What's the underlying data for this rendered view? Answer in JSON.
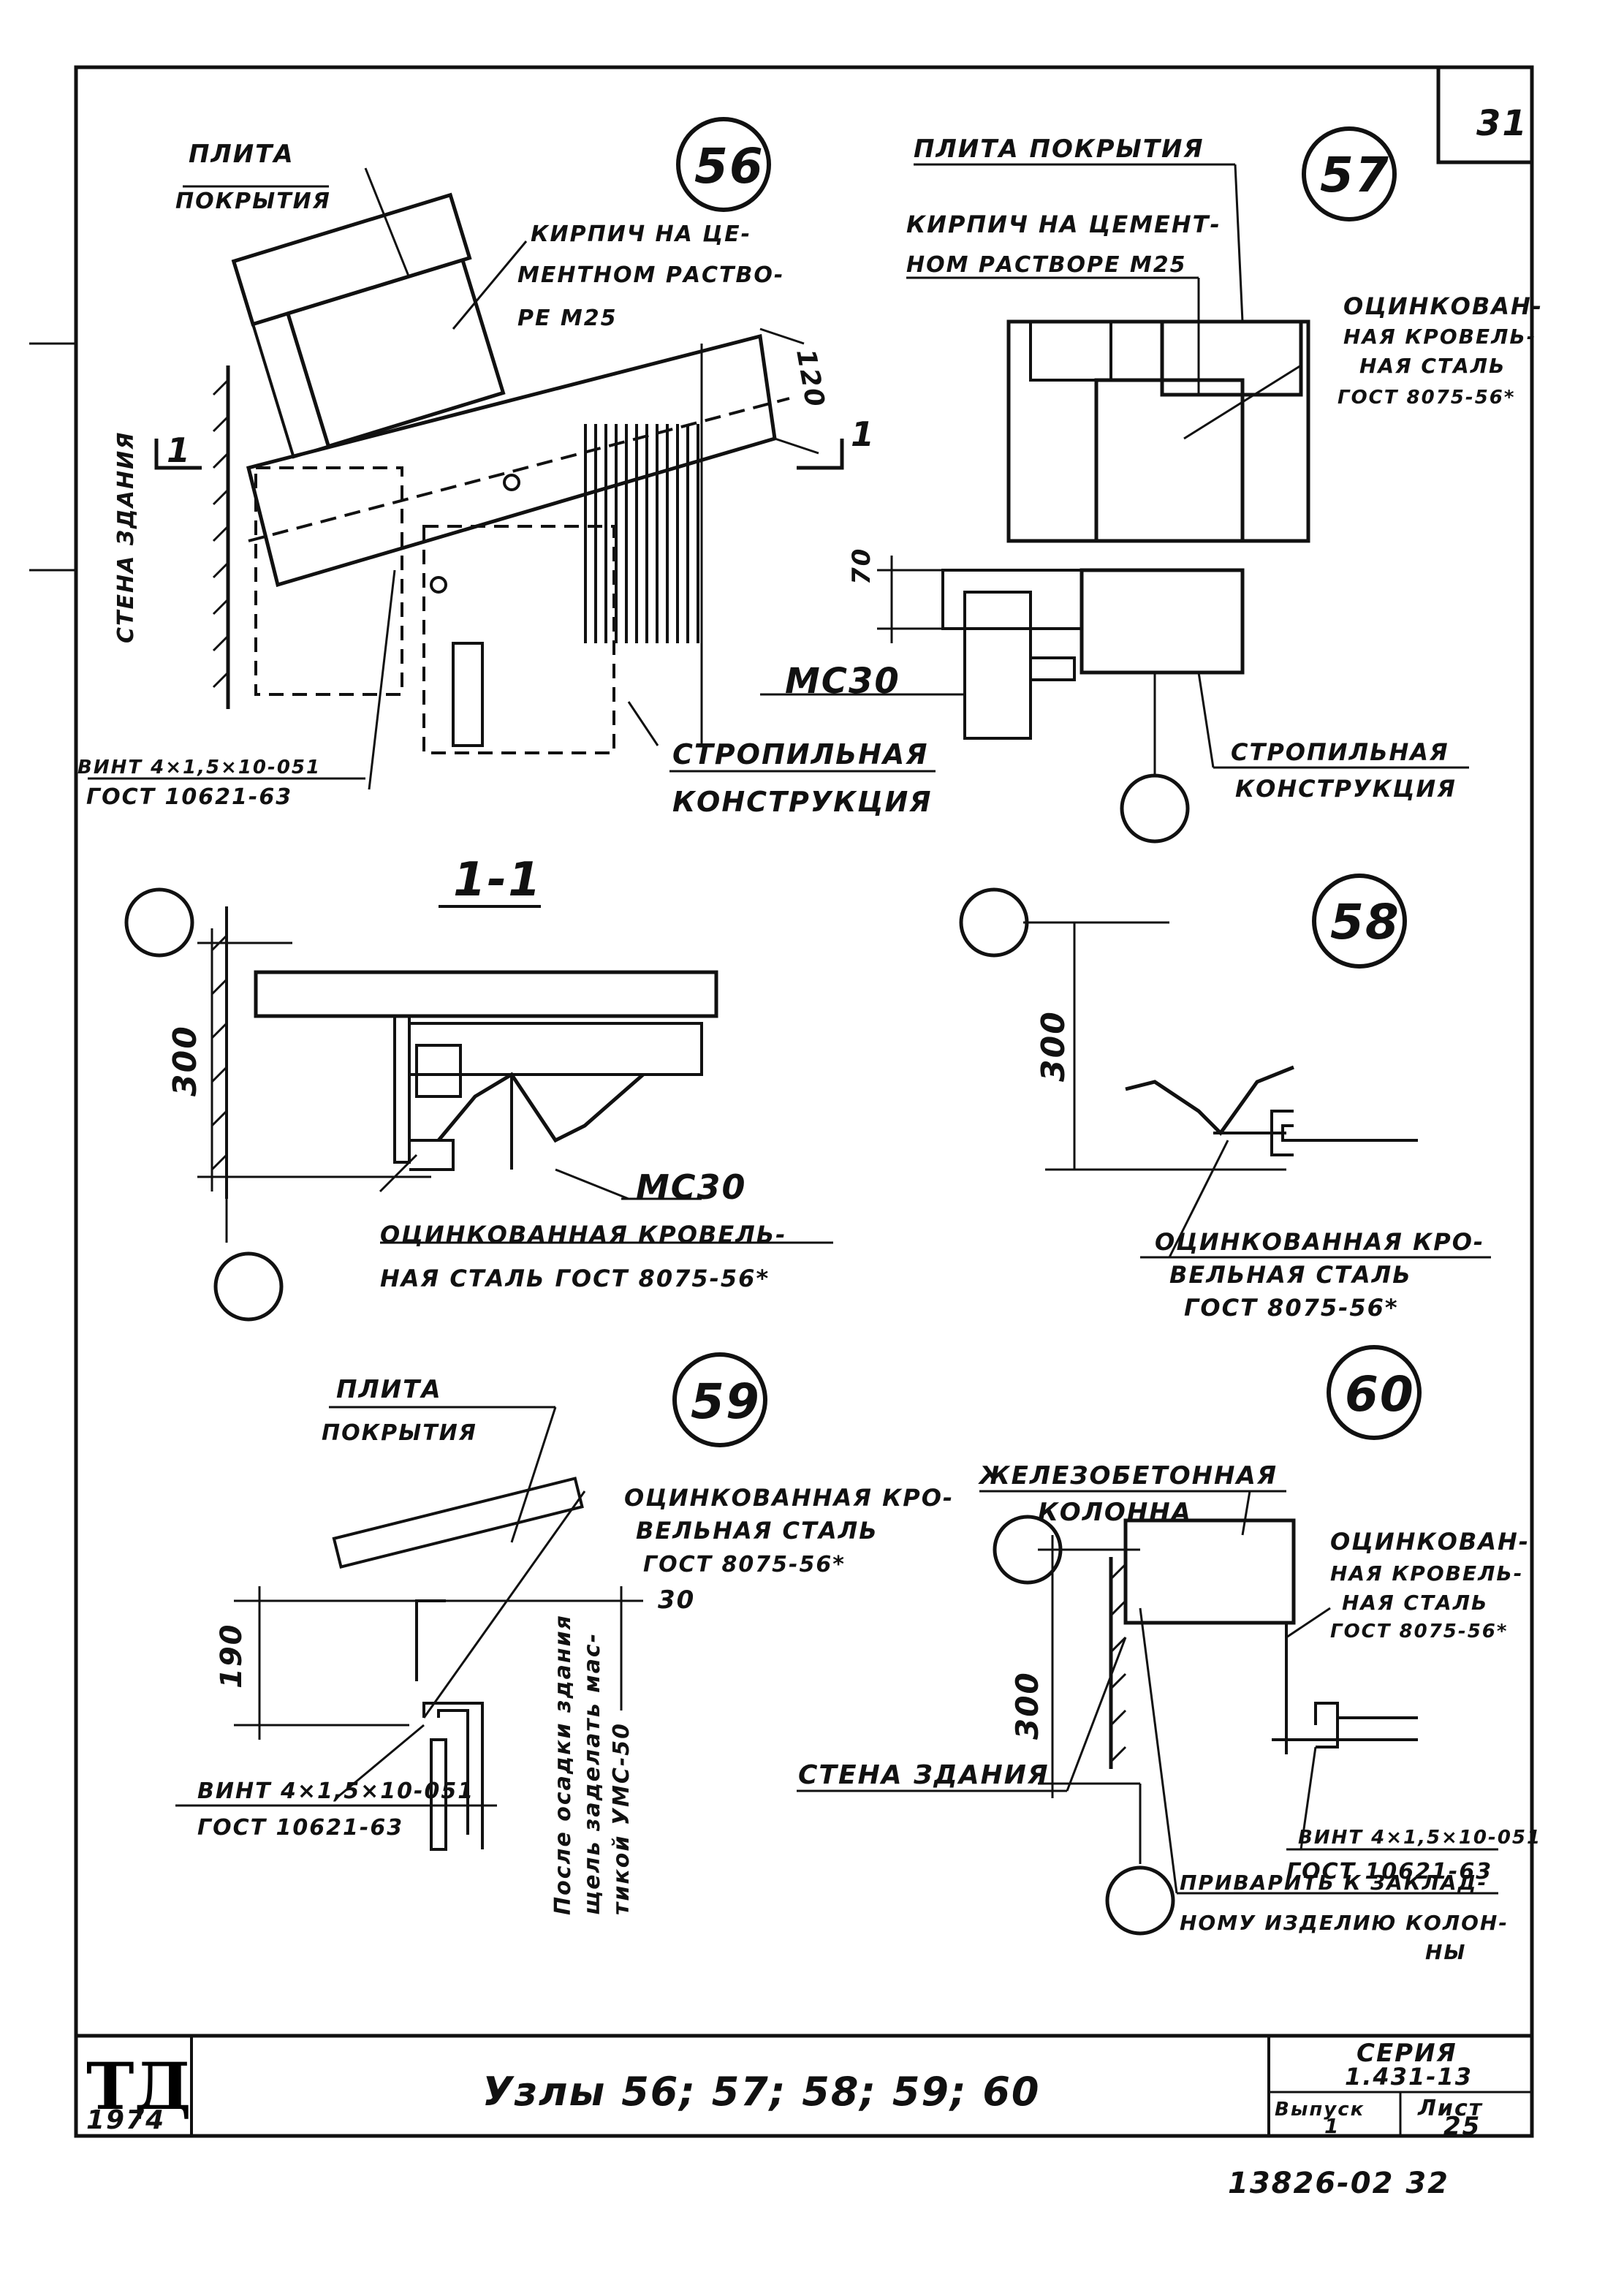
{
  "sheet": {
    "sheet_top": "31",
    "bottom_stamp": "13826-02  32"
  },
  "title_block": {
    "logo": "ТД",
    "year": "1974",
    "title": "Узлы 56; 57; 58; 59; 60",
    "series_label": "СЕРИЯ",
    "series_value": "1.431-13",
    "issue_label": "Выпуск",
    "issue_value": "1",
    "sheet_label": "Лист",
    "sheet_value": "25"
  },
  "node56": {
    "number": "56",
    "plate_1": "ПЛИТА",
    "plate_2": "ПОКРЫТИЯ",
    "brick_1": "КИРПИЧ НА ЦЕ-",
    "brick_2": "МЕНТНОМ РАСТВО-",
    "brick_3": "РЕ М25",
    "wall": "СТЕНА ЗДАНИЯ",
    "dim_120": "120",
    "cut_left": "1",
    "cut_right": "1",
    "screw_1": "ВИНТ 4×1,5×10-051",
    "screw_2": "ГОСТ 10621-63",
    "rafter_1": "СТРОПИЛЬНАЯ",
    "rafter_2": "КОНСТРУКЦИЯ"
  },
  "node57": {
    "number": "57",
    "plate": "ПЛИТА ПОКРЫТИЯ",
    "brick_1": "КИРПИЧ НА ЦЕМЕНТ-",
    "brick_2": "НОМ РАСТВОРЕ М25",
    "steel_1": "ОЦИНКОВАН-",
    "steel_2": "НАЯ КРОВЕЛЬ-",
    "steel_3": "НАЯ СТАЛЬ",
    "steel_4": "ГОСТ 8075-56*",
    "dim_70": "70",
    "mc30": "МС30",
    "rafter_1": "СТРОПИЛЬНАЯ",
    "rafter_2": "КОНСТРУКЦИЯ"
  },
  "section11": {
    "title": "1-1",
    "dim_300": "300",
    "mc": "МС30",
    "steel_1": "ОЦИНКОВАННАЯ КРОВЕЛЬ-",
    "steel_2": "НАЯ СТАЛЬ ГОСТ 8075-56*"
  },
  "node58": {
    "number": "58",
    "dim_300": "300",
    "steel_1": "ОЦИНКОВАННАЯ КРО-",
    "steel_2": "ВЕЛЬНАЯ СТАЛЬ",
    "steel_3": "ГОСТ 8075-56*"
  },
  "node59": {
    "number": "59",
    "plate_1": "ПЛИТА",
    "plate_2": "ПОКРЫТИЯ",
    "steel_1": "ОЦИНКОВАННАЯ КРО-",
    "steel_2": "ВЕЛЬНАЯ СТАЛЬ",
    "steel_3": "ГОСТ 8075-56*",
    "dim_30": "30",
    "dim_190": "190",
    "note_1": "После осадки здания",
    "note_2": "щель заделать мас-",
    "note_3": "тикой УМС-50",
    "screw_1": "ВИНТ 4×1,5×10-051",
    "screw_2": "ГОСТ 10621-63"
  },
  "node60": {
    "number": "60",
    "column_1": "ЖЕЛЕЗОБЕТОННАЯ",
    "column_2": "КОЛОННА",
    "steel_1": "ОЦИНКОВАН-",
    "steel_2": "НАЯ КРОВЕЛЬ-",
    "steel_3": "НАЯ СТАЛЬ",
    "steel_4": "ГОСТ 8075-56*",
    "dim_300": "300",
    "wall": "СТЕНА ЗДАНИЯ",
    "screw_1": "ВИНТ 4×1,5×10-051",
    "screw_2": "ГОСТ 10621-63",
    "weld_1": "ПРИВАРИТЬ К ЗАКЛАД-",
    "weld_2": "НОМУ ИЗДЕЛИЮ КОЛОН-",
    "weld_3": "НЫ"
  }
}
